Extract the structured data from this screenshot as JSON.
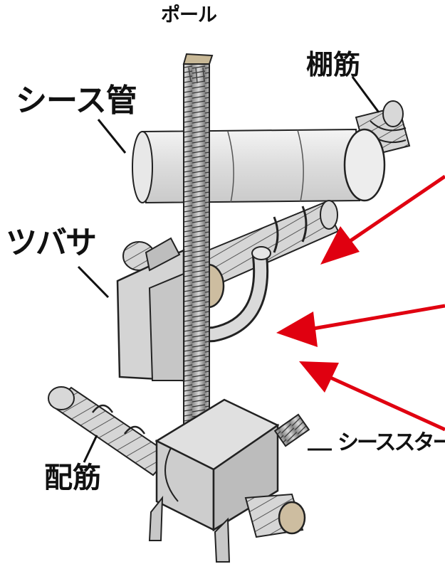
{
  "labels": {
    "pole": "ポール",
    "shelf_rebar": "棚筋",
    "sheath_tube": "シース管",
    "tsuba": "ツバサ",
    "distribution_rebar": "配筋",
    "sheath_spacer": "シーススター"
  },
  "colors": {
    "arrow": "#e00010",
    "ink": "#111111",
    "tube_fill": "#e4e4e4",
    "metal_fill": "#d2d2d2",
    "plate_fill": "#cfcfcf"
  },
  "arrows": {
    "count": 3
  }
}
